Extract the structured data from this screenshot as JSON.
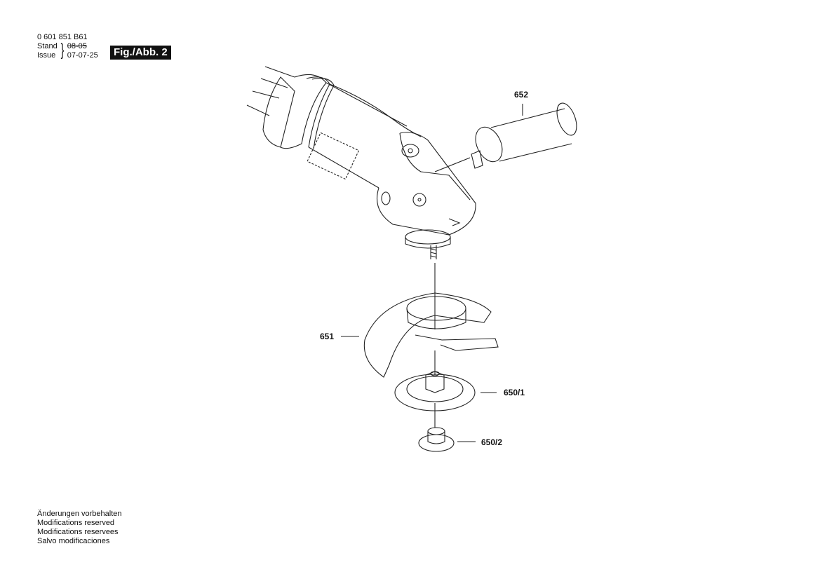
{
  "header": {
    "part_number": "0 601 851 B61",
    "stand_label": "Stand",
    "issue_label": "Issue",
    "stand_date": "08-05",
    "issue_date": "07-07-25",
    "figure_label": "Fig./Abb. 2"
  },
  "callouts": [
    {
      "id": "652",
      "label": "652"
    },
    {
      "id": "651",
      "label": "651"
    },
    {
      "id": "650-1",
      "label": "650/1"
    },
    {
      "id": "650-2",
      "label": "650/2"
    }
  ],
  "footer": {
    "lines": [
      "Änderungen vorbehalten",
      "Modifications reserved",
      "Modifications reservees",
      "Salvo modificaciones"
    ]
  }
}
